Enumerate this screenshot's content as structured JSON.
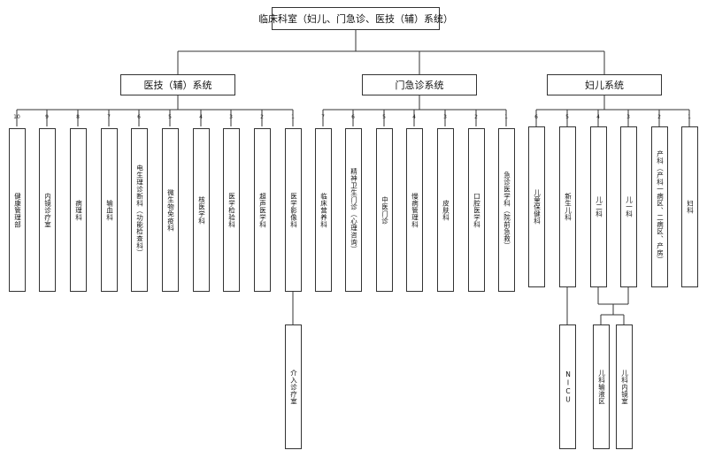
{
  "root": "临床科室（妇儿、门急诊、医技（辅）系统）",
  "groups": {
    "yiji": {
      "title": "医技（辅）系统",
      "items": [
        {
          "num": "10",
          "label": "健康管理部"
        },
        {
          "num": "9",
          "label": "内镜诊疗室"
        },
        {
          "num": "8",
          "label": "病理科"
        },
        {
          "num": "7",
          "label": "输血科"
        },
        {
          "num": "6",
          "label": "电生理诊断科（功能检查科）"
        },
        {
          "num": "5",
          "label": "微生物免疫科"
        },
        {
          "num": "4",
          "label": "核医学科"
        },
        {
          "num": "3",
          "label": "医学检验科"
        },
        {
          "num": "2",
          "label": "超声医学科"
        },
        {
          "num": "1",
          "label": "医学影像科"
        }
      ],
      "sub": {
        "label": "介入诊疗室"
      }
    },
    "menji": {
      "title": "门急诊系统",
      "items": [
        {
          "num": "7",
          "label": "临床营养科"
        },
        {
          "num": "6",
          "label": "精神卫生门诊（心理咨询）"
        },
        {
          "num": "5",
          "label": "中医门诊"
        },
        {
          "num": "4",
          "label": "慢病管理科"
        },
        {
          "num": "3",
          "label": "皮肤科"
        },
        {
          "num": "2",
          "label": "口腔医学科"
        },
        {
          "num": "1",
          "label": "急诊医学科（院前急救）"
        }
      ]
    },
    "fuer": {
      "title": "妇儿系统",
      "items": [
        {
          "num": "6",
          "label": "儿童保健科"
        },
        {
          "num": "5",
          "label": "新生儿科"
        },
        {
          "num": "4",
          "label": "儿二科"
        },
        {
          "num": "3",
          "label": "儿一科"
        },
        {
          "num": "2",
          "label": "产科（产科一病区、二病区、产房）"
        },
        {
          "num": "1",
          "label": "妇科"
        }
      ],
      "subs": [
        {
          "label": "NICU"
        },
        {
          "label": "儿科输液区"
        },
        {
          "label": "儿科内镜室"
        }
      ]
    }
  }
}
